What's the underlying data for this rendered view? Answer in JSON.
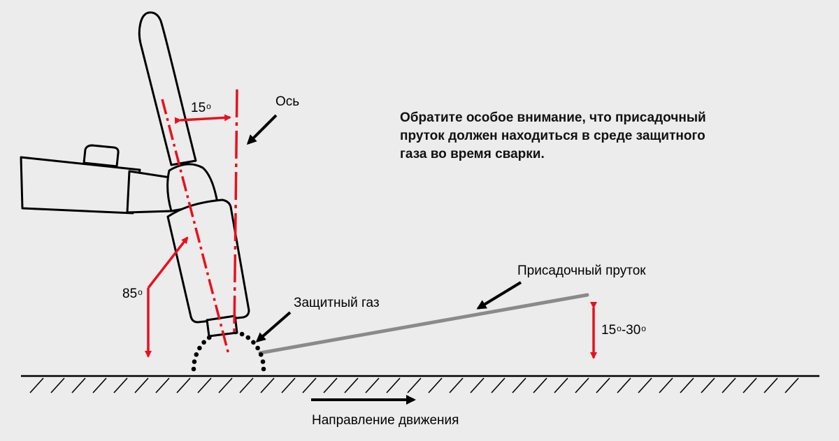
{
  "note": {
    "lines": [
      "Обратите особое внимание, что присадочный",
      "пруток должен находиться в среде защитного",
      "газа во время сварки."
    ]
  },
  "labels": {
    "axis": "Ось",
    "angle_15": "15",
    "angle_85": "85",
    "angle_range": "15",
    "angle_range_end": "-30",
    "degree": "o",
    "shield_gas": "Защитный газ",
    "filler_rod": "Присадочный пруток",
    "direction": "Направление движения"
  },
  "colors": {
    "background": "#ececec",
    "accent": "#e8101e",
    "outline": "#000000",
    "rod": "#8a8a8a"
  }
}
